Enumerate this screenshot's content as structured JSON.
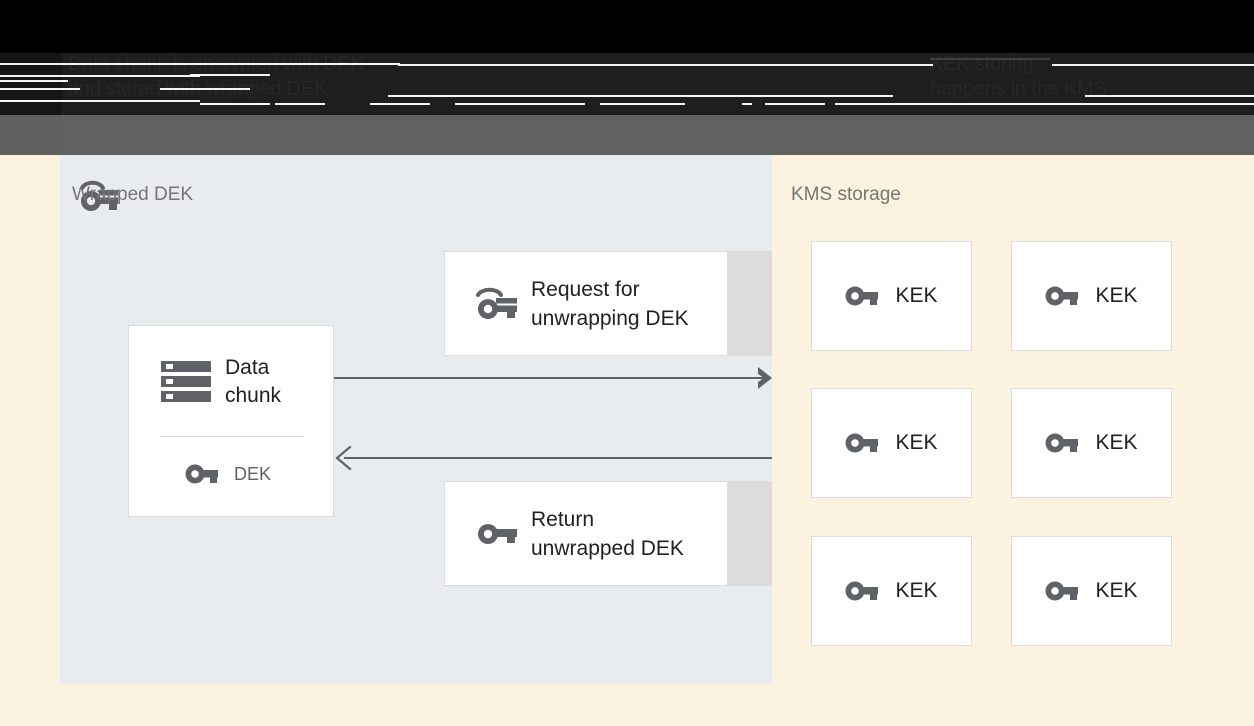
{
  "header": {
    "caption_left": "Data chunk is encrypted with DEK\nand stored with wrapped DEK",
    "caption_right": "KEK storing\nhappens in the KMS"
  },
  "left_panel": {
    "title": "Wrapped DEK",
    "icon": "wrapped-key-icon",
    "background": "#E8ECEF",
    "data_chunk_card": {
      "icon": "storage-icon",
      "title": "Data\nchunk",
      "key_icon": "key-icon",
      "key_label": "DEK"
    },
    "messages": [
      {
        "id": "request",
        "icon": "wrapped-key-icon",
        "label": "Request for\nunwrapping DEK"
      },
      {
        "id": "return",
        "icon": "key-icon",
        "label": "Return\nunwrapped DEK"
      }
    ],
    "arrows": [
      {
        "id": "request-arrow",
        "direction": "right"
      },
      {
        "id": "return-arrow",
        "direction": "left"
      }
    ]
  },
  "right_panel": {
    "title": "KMS storage",
    "background": "#FBF3DF",
    "kek_boxes": [
      {
        "icon": "key-icon",
        "label": "KEK"
      },
      {
        "icon": "key-icon",
        "label": "KEK"
      },
      {
        "icon": "key-icon",
        "label": "KEK"
      },
      {
        "icon": "key-icon",
        "label": "KEK"
      },
      {
        "icon": "key-icon",
        "label": "KEK"
      },
      {
        "icon": "key-icon",
        "label": "KEK"
      }
    ]
  },
  "colors": {
    "panel_gray": "#E8ECEF",
    "panel_cream": "#FBF3DF",
    "card_white": "#FFFFFF",
    "card_border": "#DADCE0",
    "icon_gray": "#5F6368",
    "text_dark": "#202124",
    "text_muted": "#757575",
    "header_black": "#000000",
    "header_dark": "#1E1E1E",
    "header_gray": "#616161"
  }
}
